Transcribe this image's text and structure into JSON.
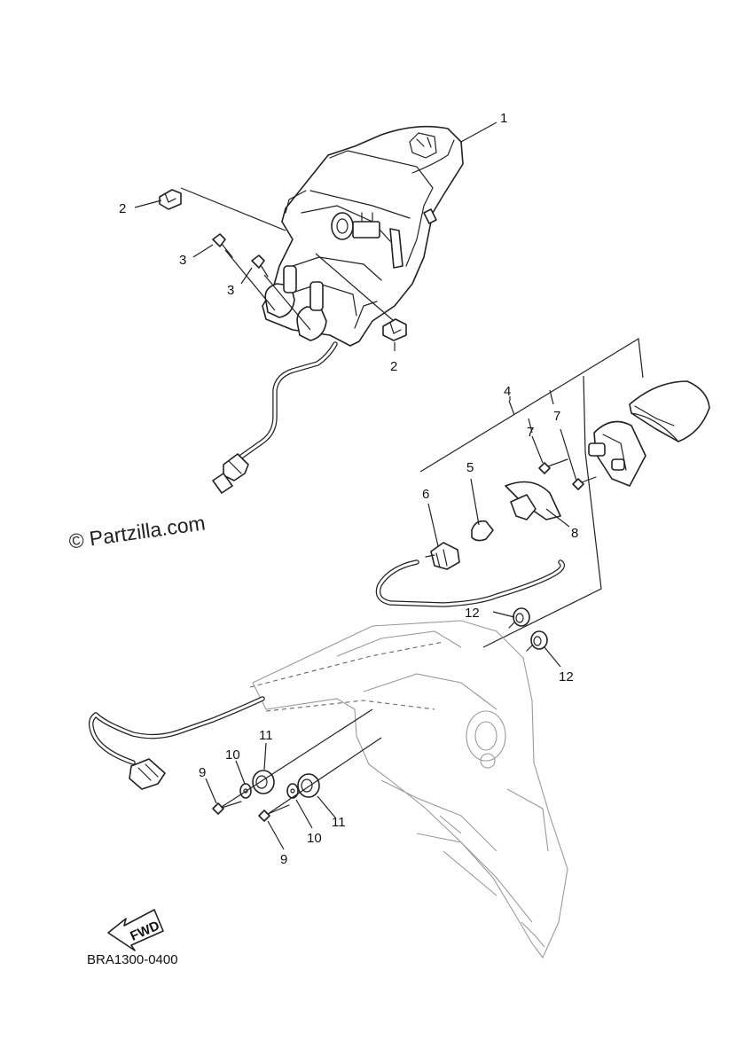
{
  "callouts": {
    "c1": "1",
    "c2a": "2",
    "c2b": "2",
    "c3a": "3",
    "c3b": "3",
    "c4": "4",
    "c5": "5",
    "c6": "6",
    "c7a": "7",
    "c7b": "7",
    "c8": "8",
    "c9a": "9",
    "c9b": "9",
    "c10a": "10",
    "c10b": "10",
    "c11a": "11",
    "c11b": "11",
    "c12a": "12",
    "c12b": "12"
  },
  "watermark": "© Partzilla.com",
  "fwd_label": "FWD",
  "diagram_code": "BRA1300-0400"
}
